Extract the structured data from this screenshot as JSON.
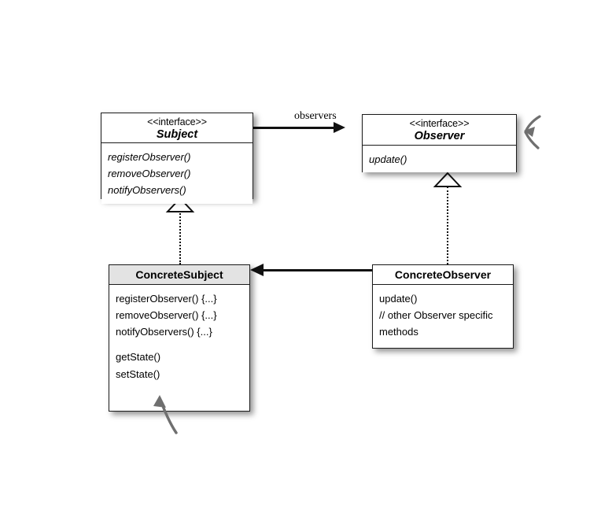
{
  "diagram": {
    "title": "Observer Pattern UML Class Diagram",
    "background_color": "#ffffff",
    "line_color": "#111111",
    "header_gray": "#e3e3e3"
  },
  "classes": {
    "subject": {
      "stereotype": "<<interface>>",
      "name": "Subject",
      "members": [
        "registerObserver()",
        "removeObserver()",
        "notifyObservers()"
      ]
    },
    "observer": {
      "stereotype": "<<interface>>",
      "name": "Observer",
      "members": [
        "update()"
      ]
    },
    "concrete_subject": {
      "name": "ConcreteSubject",
      "members": [
        "registerObserver() {...}",
        "removeObserver() {...}",
        "notifyObservers() {...}",
        "",
        "getState()",
        "setState()"
      ]
    },
    "concrete_observer": {
      "name": "ConcreteObserver",
      "members": [
        "update()",
        "// other Observer specific",
        "methods"
      ]
    }
  },
  "relationships": {
    "subject_to_observer": {
      "label": "observers",
      "type": "association",
      "from": "Subject",
      "to": "Observer"
    },
    "concrete_observer_to_concrete_subject": {
      "label": "",
      "type": "association",
      "from": "ConcreteObserver",
      "to": "ConcreteSubject"
    },
    "concrete_subject_realizes_subject": {
      "type": "realization",
      "from": "ConcreteSubject",
      "to": "Subject"
    },
    "concrete_observer_realizes_observer": {
      "type": "realization",
      "from": "ConcreteObserver",
      "to": "Observer"
    }
  },
  "annotations": {
    "setstate_pointer": "hand-drawn-arrow-pointing-to-setState",
    "right_edge_mark": "partial-hand-drawn-arrow"
  }
}
